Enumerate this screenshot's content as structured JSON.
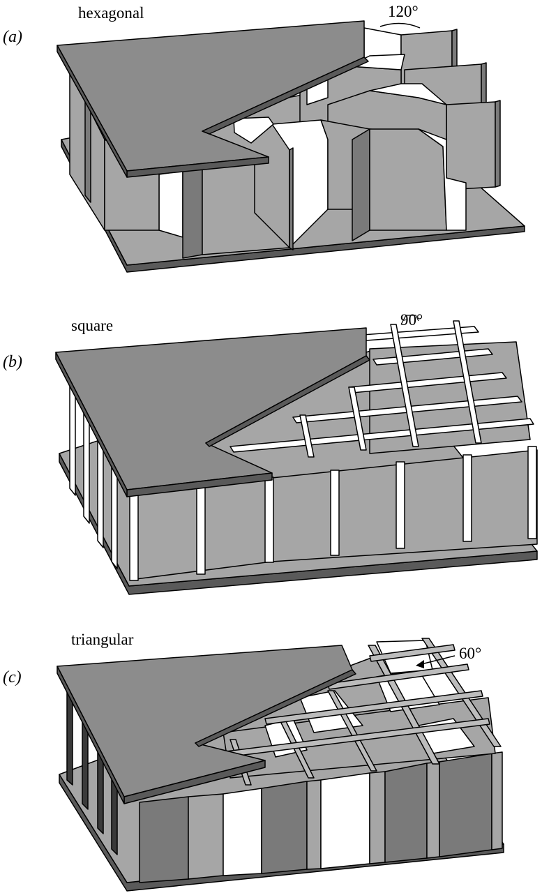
{
  "panels": [
    {
      "id": "a",
      "letter": "(a)",
      "name": "hexagonal",
      "angle": "120°"
    },
    {
      "id": "b",
      "letter": "(b)",
      "name": "square",
      "angle": "90°"
    },
    {
      "id": "c",
      "letter": "(c)",
      "name": "triangular",
      "angle": "60°"
    }
  ],
  "colors": {
    "face_sheet": "#8c8c8c",
    "edge_dark": "#5a5a5a",
    "wall_mid": "#a6a6a6",
    "wall_dark": "#7a7a7a",
    "wall_light": "#ffffff",
    "stroke": "#000000"
  }
}
